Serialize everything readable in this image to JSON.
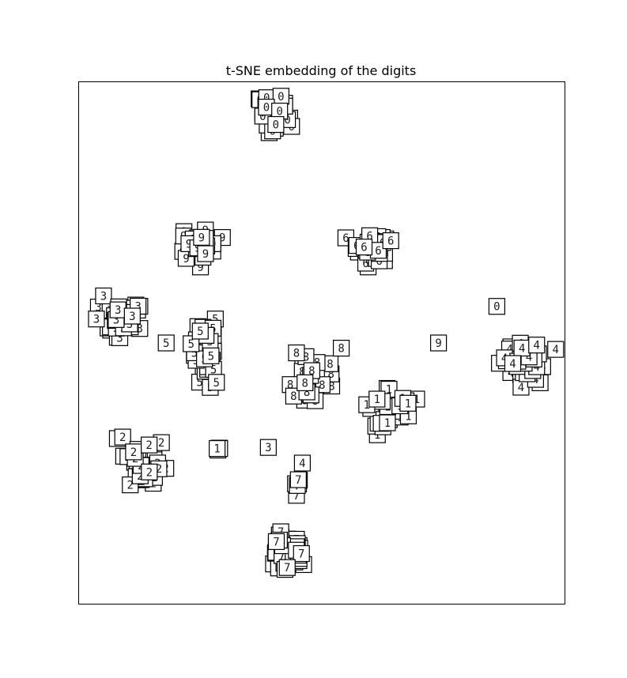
{
  "chart_data": {
    "type": "scatter",
    "title": "t-SNE embedding of the digits",
    "xlabel": "",
    "ylabel": "",
    "xlim": [
      0,
      1
    ],
    "ylim": [
      0,
      1
    ],
    "axes_ticks": false,
    "grid": false,
    "legend": "none",
    "marker": "digit-thumbnail",
    "clusters": [
      {
        "digit": "0",
        "center": [
          0.4,
          0.94
        ],
        "spread": [
          0.05,
          0.05
        ],
        "count": 34
      },
      {
        "digit": "6",
        "center": [
          0.61,
          0.68
        ],
        "spread": [
          0.07,
          0.05
        ],
        "count": 38
      },
      {
        "digit": "9",
        "center": [
          0.25,
          0.69
        ],
        "spread": [
          0.06,
          0.06
        ],
        "count": 30
      },
      {
        "digit": "3",
        "center": [
          0.08,
          0.55
        ],
        "spread": [
          0.07,
          0.06
        ],
        "count": 38
      },
      {
        "digit": "5",
        "center": [
          0.26,
          0.49
        ],
        "spread": [
          0.04,
          0.1
        ],
        "count": 40
      },
      {
        "digit": "4",
        "center": [
          0.91,
          0.46
        ],
        "spread": [
          0.08,
          0.06
        ],
        "count": 42
      },
      {
        "digit": "8",
        "center": [
          0.48,
          0.43
        ],
        "spread": [
          0.06,
          0.06
        ],
        "count": 26
      },
      {
        "digit": "1",
        "center": [
          0.64,
          0.37
        ],
        "spread": [
          0.08,
          0.08
        ],
        "count": 32
      },
      {
        "digit": "2",
        "center": [
          0.13,
          0.27
        ],
        "spread": [
          0.07,
          0.07
        ],
        "count": 42
      },
      {
        "digit": "1",
        "center": [
          0.29,
          0.3
        ],
        "spread": [
          0.01,
          0.01
        ],
        "count": 5
      },
      {
        "digit": "7",
        "center": [
          0.43,
          0.1
        ],
        "spread": [
          0.05,
          0.06
        ],
        "count": 40
      },
      {
        "digit": "7",
        "center": [
          0.45,
          0.22
        ],
        "spread": [
          0.01,
          0.03
        ],
        "count": 6
      }
    ],
    "outliers": [
      {
        "digit": "0",
        "x": 0.86,
        "y": 0.57
      },
      {
        "digit": "5",
        "x": 0.18,
        "y": 0.5
      },
      {
        "digit": "3",
        "x": 0.39,
        "y": 0.3
      },
      {
        "digit": "9",
        "x": 0.74,
        "y": 0.5
      },
      {
        "digit": "8",
        "x": 0.54,
        "y": 0.49
      },
      {
        "digit": "4",
        "x": 0.46,
        "y": 0.27
      }
    ]
  }
}
